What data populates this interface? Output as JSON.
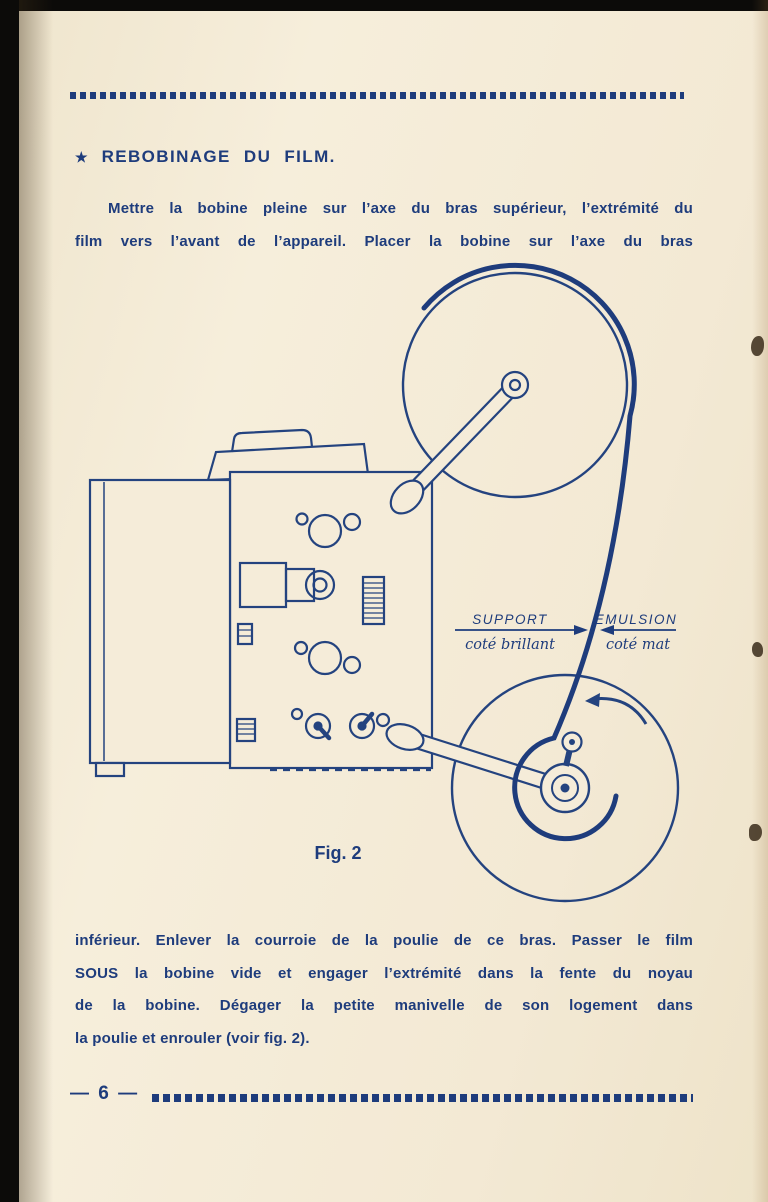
{
  "document": {
    "heading": {
      "star": "★",
      "title": "REBOBINAGE DU FILM."
    },
    "paragraph1": {
      "lines": [
        "Mettre la bobine pleine sur l’axe du bras supérieur, l’extrémité du",
        "film vers l’avant de l’appareil. Placer la bobine sur l’axe du bras"
      ]
    },
    "figure": {
      "caption": "Fig. 2",
      "annotations": {
        "support": "SUPPORT",
        "support_sub": "coté brillant",
        "emulsion": "EMULSION",
        "emulsion_sub": "coté mat"
      }
    },
    "paragraph2": {
      "lines": [
        "inférieur. Enlever la courroie de la poulie de ce bras. Passer le film",
        "SOUS la bobine vide et engager l’extrémité dans la fente du noyau",
        "de la bobine. Dégager la petite manivelle de son logement dans",
        "la poulie et enrouler (voir fig. 2)."
      ]
    },
    "footer": {
      "page_number": "— 6 —"
    }
  },
  "colors": {
    "ink": "#1e3c7c",
    "paper": "#f5ecd9"
  }
}
